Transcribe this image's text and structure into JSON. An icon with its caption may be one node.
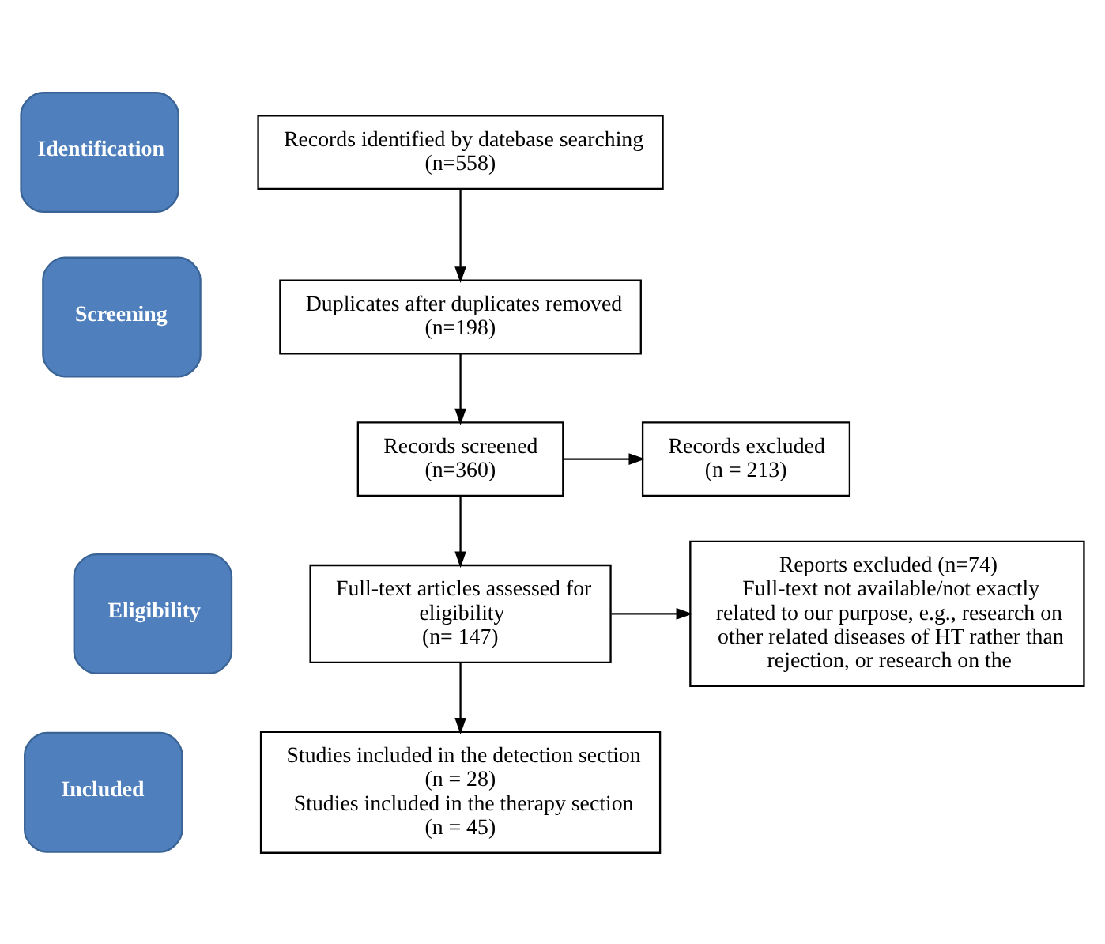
{
  "diagram": {
    "nodes": [
      {
        "text": [
          "Identification"
        ]
      },
      {
        "text": [
          "Screening"
        ]
      },
      {
        "text": [
          "Eligibility"
        ]
      },
      {
        "text": [
          "Included"
        ]
      },
      {
        "text": [
          "Records identified by datebase searching",
          "(n=558)"
        ]
      },
      {
        "text": [
          "Duplicates after duplicates removed",
          "(n=198)"
        ]
      },
      {
        "text": [
          "Records screened",
          "(n=360)"
        ]
      },
      {
        "text": [
          "Records excluded",
          "(n = 213)"
        ]
      },
      {
        "text": [
          "Full-text articles assessed for eligibility",
          "(n= 147)"
        ]
      },
      {
        "text": [
          "Reports excluded (n=74)",
          "Full-text not available/not exactly related to our purpose, e.g., research on other related diseases of HT rather than rejection, or research on the"
        ]
      },
      {
        "text": [
          "Studies included in the detection section",
          "(n = 28)",
          "Studies included in the therapy section",
          "(n = 45)"
        ]
      }
    ],
    "edges": [
      {
        "from": 4,
        "to": 5,
        "arrow": "to"
      },
      {
        "from": 5,
        "to": 6,
        "arrow": "to"
      },
      {
        "from": 6,
        "to": 7,
        "arrow": "to"
      },
      {
        "from": 6,
        "to": 8,
        "arrow": "to"
      },
      {
        "from": 8,
        "to": 9,
        "arrow": "to"
      },
      {
        "from": 8,
        "to": 10,
        "arrow": "to"
      }
    ]
  }
}
